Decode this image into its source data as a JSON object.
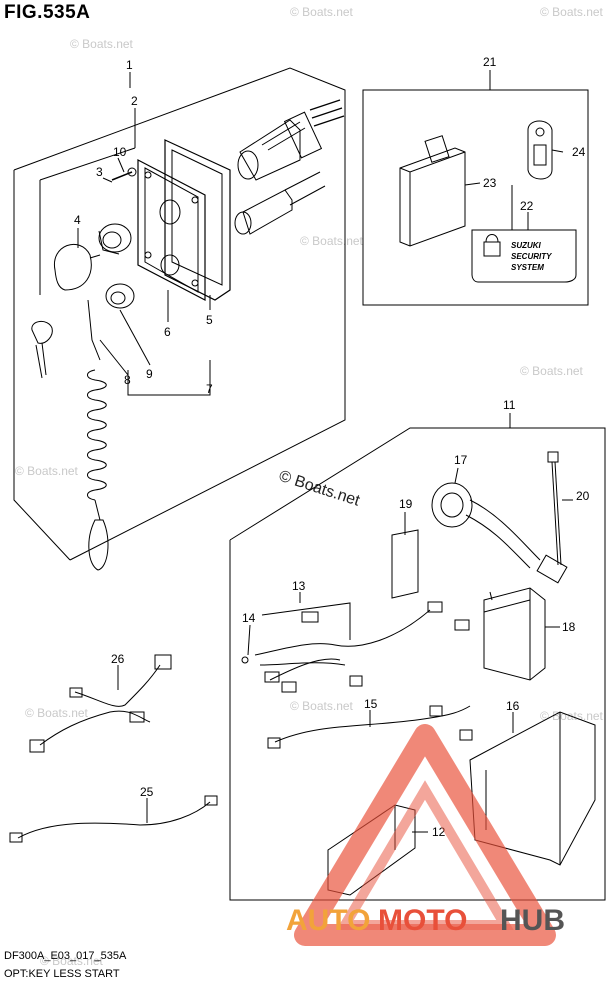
{
  "figure": {
    "title": "FIG.535A",
    "code": "DF300A_E03_017_535A",
    "description": "OPT:KEY LESS START"
  },
  "callouts": [
    "1",
    "2",
    "3",
    "4",
    "5",
    "6",
    "7",
    "8",
    "9",
    "10",
    "11",
    "12",
    "13",
    "14",
    "15",
    "16",
    "17",
    "18",
    "19",
    "20",
    "21",
    "22",
    "23",
    "24",
    "25",
    "26"
  ],
  "security_seal": {
    "line1": "SUZUKI",
    "line2": "SECURITY",
    "line3": "SYSTEM"
  },
  "watermarks": {
    "small": "© Boats.net",
    "center": "© Boats.net"
  },
  "brand": {
    "part1": "AUTO",
    "part2": "MOTO",
    "part3": "HUB",
    "color_primary": "#f2a33a",
    "color_secondary": "#e8503a",
    "color_hub": "#555555"
  },
  "colors": {
    "line": "#000000",
    "triangle": "#e8503a"
  }
}
